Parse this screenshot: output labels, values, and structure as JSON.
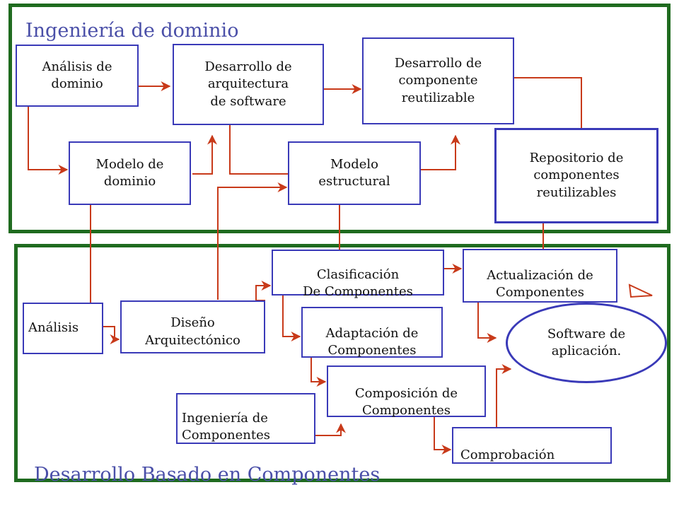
{
  "sections": {
    "domain_title": "Ingeniería de  dominio",
    "cbd_title": "Desarrollo Basado en Componentes"
  },
  "boxes": {
    "analisis_dominio": "Análisis de\ndominio",
    "desarrollo_arquitectura": "Desarrollo de\narquitectura\nde software",
    "desarrollo_componente": "Desarrollo de\ncomponente\nreutilizable",
    "modelo_dominio": "Modelo de\ndominio",
    "modelo_estructural": "Modelo\nestructural",
    "repositorio": "Repositorio de\ncomponentes\nreutilizables",
    "analisis": "Análisis",
    "diseno": "Diseño\nArquitectónico",
    "clasificacion": "Clasificación\nDe Componentes",
    "actualizacion": "Actualización de\nComponentes",
    "adaptacion": "Adaptación de\nComponentes",
    "composicion": "Composición de\nComponentes",
    "ingenieria_componentes": "Ingeniería de\nComponentes",
    "comprobacion": "Comprobación",
    "software_aplicacion": "Software de\naplicación."
  },
  "colors": {
    "frame": "#1f6b1f",
    "box_border": "#3a3ab8",
    "arrow": "#c83a1a",
    "title": "#4a4fa8"
  }
}
